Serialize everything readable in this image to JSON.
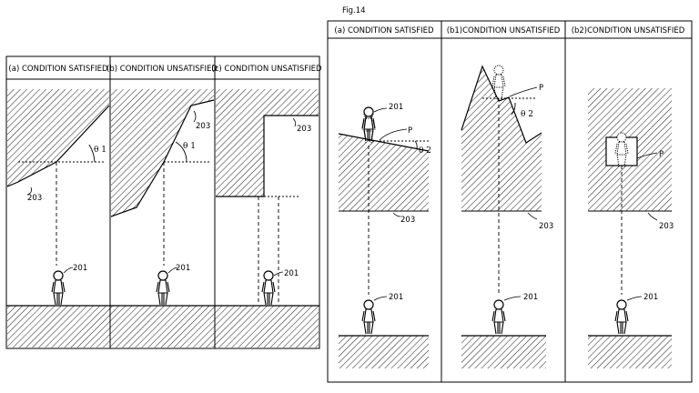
{
  "figure_label": "Fig.14",
  "left_panels": {
    "a": {
      "title": "(a) CONDITION SATISFIED",
      "ref_terrain": "203",
      "ref_person": "201",
      "angle": "θ 1"
    },
    "b": {
      "title": "(b) CONDITION UNSATISFIED",
      "ref_terrain": "203",
      "ref_person": "201",
      "angle": "θ 1"
    },
    "c": {
      "title": "(c) CONDITION UNSATISFIED",
      "ref_terrain": "203",
      "ref_person": "201"
    }
  },
  "right_panels": {
    "a": {
      "title": "(a) CONDITION SATISFIED",
      "ref_terrain": "203",
      "ref_person": "201",
      "ref_person_top": "201",
      "point": "P",
      "angle": "θ 2"
    },
    "b1": {
      "title": "(b1)CONDITION UNSATISFIED",
      "ref_terrain": "203",
      "ref_person": "201",
      "point": "P",
      "angle": "θ 2"
    },
    "b2": {
      "title": "(b2)CONDITION UNSATISFIED",
      "ref_terrain": "203",
      "ref_person": "201",
      "point": "P"
    }
  }
}
